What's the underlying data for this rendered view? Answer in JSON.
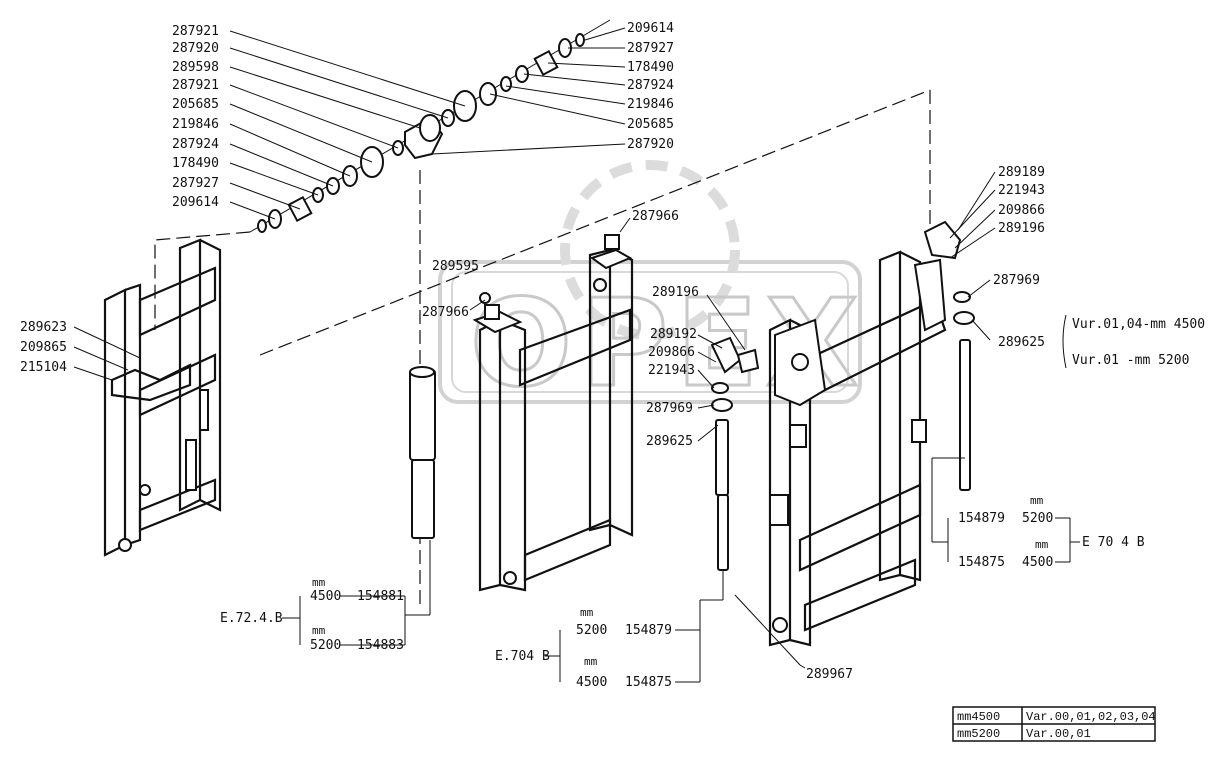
{
  "watermark": "OPEX",
  "left_labels": [
    "287921",
    "287920",
    "289598",
    "287921",
    "205685",
    "219846",
    "287924",
    "178490",
    "287927",
    "209614"
  ],
  "right_labels": [
    "209614",
    "287927",
    "178490",
    "287924",
    "219846",
    "205685",
    "287920"
  ],
  "left_frame_labels": [
    "289623",
    "209865",
    "215104"
  ],
  "center_labels": {
    "top_pin": "287966",
    "pin2": "287966",
    "cylinder_ref": "289595",
    "mid_group": [
      "289196",
      "289192",
      "209866",
      "221943",
      "287969",
      "289625"
    ]
  },
  "right_group_labels": [
    "289189",
    "221943",
    "209866",
    "289196",
    "287969",
    "289625"
  ],
  "variant_note": {
    "line1": "Vur.01,04-mm 4500",
    "line2": "Vur.01    -mm 5200"
  },
  "cyl_left": {
    "code": "E.72.4.B",
    "unit1": "mm",
    "len1": "4500",
    "part1": "154881",
    "unit2": "mm",
    "len2": "5200",
    "part2": "154883"
  },
  "cyl_center": {
    "code": "E.704 B",
    "unit1": "mm",
    "len1": "5200",
    "part1": "154879",
    "unit2": "mm",
    "len2": "4500",
    "part2": "154875"
  },
  "cyl_right": {
    "code": "E 70 4 B",
    "unit1": "mm",
    "len1": "5200",
    "part1": "154879",
    "unit2": "mm",
    "len2": "4500",
    "part2": "154875"
  },
  "bottom_label": "289967",
  "table": [
    {
      "size": "mm4500",
      "variants": "Var.00,01,02,03,04"
    },
    {
      "size": "mm5200",
      "variants": "Var.00,01"
    }
  ]
}
